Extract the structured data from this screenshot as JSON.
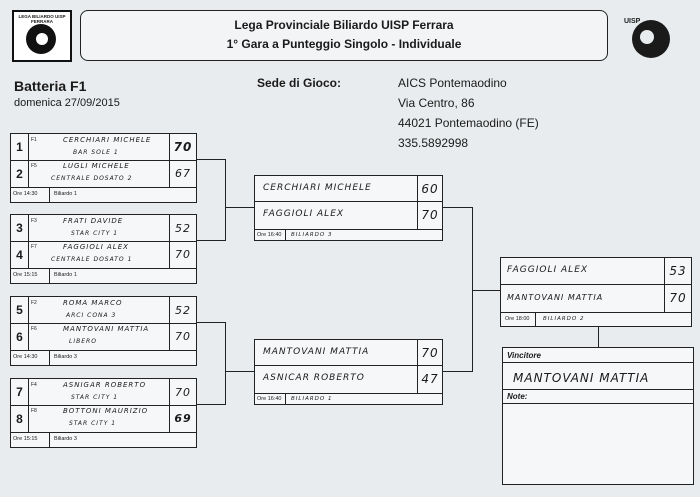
{
  "header": {
    "title1": "Lega Provinciale Biliardo UISP Ferrara",
    "title2": "1° Gara a Punteggio Singolo - Individuale",
    "logo_left_text": "LEGA BILIARDO UISP FERRARA",
    "logo_right_text": "UISP"
  },
  "left": {
    "battery": "Batteria F1",
    "date": "domenica 27/09/2015"
  },
  "venue": {
    "label": "Sede di Gioco:",
    "name": "AICS Pontemaodino",
    "street": "Via Centro, 86",
    "city": "44021 Pontemaodino (FE)",
    "phone": "335.5892998"
  },
  "round1": [
    {
      "num": "1",
      "code": "F1",
      "name": "CERCHIARI MICHELE",
      "club": "BAR SOLE 1",
      "score": "70"
    },
    {
      "num": "2",
      "code": "F5",
      "name": "LUGLI MICHELE",
      "club": "CENTRALE DOSATO 2",
      "score": "67"
    },
    {
      "num": "3",
      "code": "F3",
      "name": "FRATI DAVIDE",
      "club": "STAR CITY 1",
      "score": "52"
    },
    {
      "num": "4",
      "code": "F7",
      "name": "FAGGIOLI ALEX",
      "club": "CENTRALE DOSATO 1",
      "score": "70"
    },
    {
      "num": "5",
      "code": "F2",
      "name": "ROMA MARCO",
      "club": "ARCI CONA 3",
      "score": "52"
    },
    {
      "num": "6",
      "code": "F6",
      "name": "MANTOVANI MATTIA",
      "club": "LIBERO",
      "score": "70"
    },
    {
      "num": "7",
      "code": "F4",
      "name": "ASNIGAR ROBERTO",
      "club": "STAR CITY 1",
      "score": "70"
    },
    {
      "num": "8",
      "code": "F8",
      "name": "BOTTONI MAURIZIO",
      "club": "STAR CITY 1",
      "score": "69"
    }
  ],
  "round1_info": [
    {
      "time": "Ore 14:30",
      "table": "Biliardo 1"
    },
    {
      "time": "Ore 15:15",
      "table": "Biliardo 1"
    },
    {
      "time": "Ore 14:30",
      "table": "Biliardo 3"
    },
    {
      "time": "Ore 15:15",
      "table": "Biliardo 3"
    }
  ],
  "semi": [
    {
      "a_name": "CERCHIARI MICHELE",
      "a_score": "60",
      "b_name": "FAGGIOLI ALEX",
      "b_score": "70",
      "time": "Ore 16:40",
      "table": "BILIARDO 3"
    },
    {
      "a_name": "MANTOVANI MATTIA",
      "a_score": "70",
      "b_name": "ASNICAR ROBERTO",
      "b_score": "47",
      "time": "Ore 16:40",
      "table": "BILIARDO 1"
    }
  ],
  "final": {
    "a_name": "FAGGIOLI ALEX",
    "a_score": "53",
    "b_name": "MANTOVANI MATTIA",
    "b_score": "70",
    "time": "Ore 18:00",
    "table": "BILIARDO 2"
  },
  "winner": {
    "label": "Vincitore",
    "name": "MANTOVANI MATTIA",
    "notes_label": "Note:"
  }
}
